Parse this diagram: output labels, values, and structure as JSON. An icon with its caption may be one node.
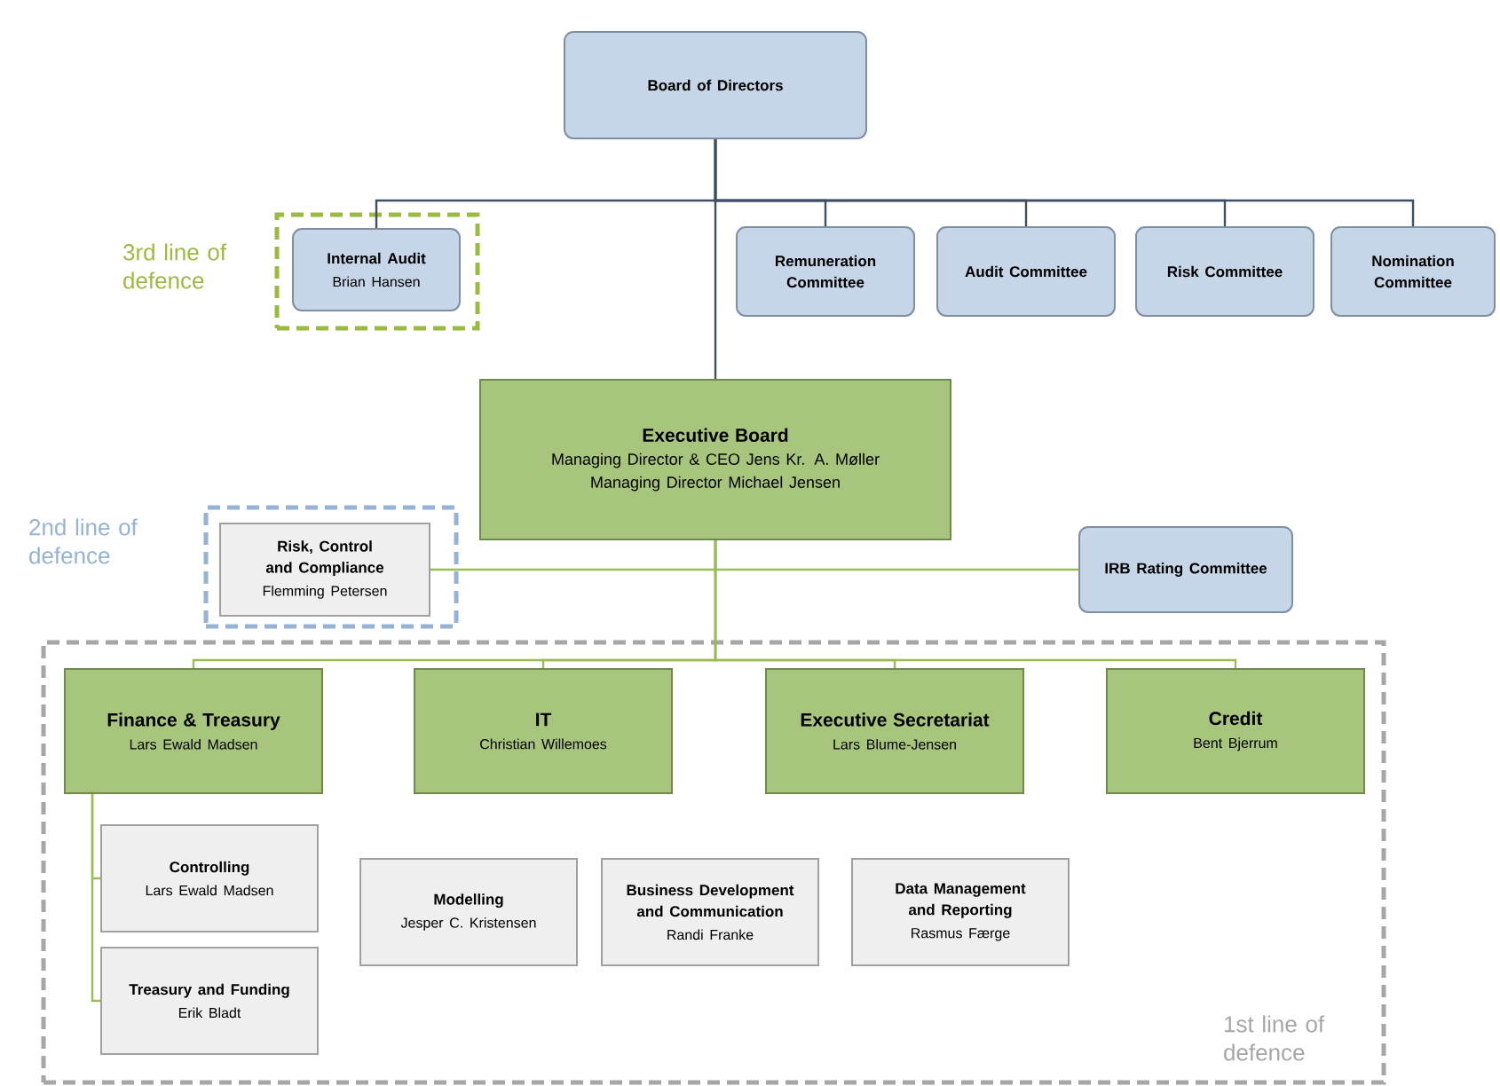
{
  "diagram": {
    "nodes": [
      {
        "text": [
          "Board of Directors"
        ]
      },
      {
        "text": [
          "3rd line of defence"
        ]
      },
      {
        "text": [
          "Internal Audit",
          "Brian Hansen"
        ],
        "in": 1
      },
      {
        "text": [
          "Remuneration Committee"
        ]
      },
      {
        "text": [
          "Audit Committee"
        ]
      },
      {
        "text": [
          "Risk Committee"
        ]
      },
      {
        "text": [
          "Nomination Committee"
        ]
      },
      {
        "text": [
          "Executive Board",
          "Managing Director & CEO Jens Kr. A. Møller",
          "Managing Director Michael Jensen"
        ]
      },
      {
        "text": [
          "2nd line of defence"
        ]
      },
      {
        "text": [
          "Risk, Control and Compliance",
          "Flemming Petersen"
        ],
        "in": 8
      },
      {
        "text": [
          "IRB Rating Committee"
        ]
      },
      {
        "text": [
          "1st line of defence"
        ]
      },
      {
        "text": [
          "Finance & Treasury",
          "Lars Ewald Madsen"
        ],
        "in": 11
      },
      {
        "text": [
          "IT",
          "Christian Willemoes"
        ],
        "in": 11
      },
      {
        "text": [
          "Executive Secretariat",
          "Lars Blume-Jensen"
        ],
        "in": 11
      },
      {
        "text": [
          "Credit",
          "Bent Bjerrum"
        ],
        "in": 11
      },
      {
        "text": [
          "Controlling",
          "Lars Ewald Madsen"
        ],
        "in": 11
      },
      {
        "text": [
          "Treasury and Funding",
          "Erik Bladt"
        ],
        "in": 11
      },
      {
        "text": [
          "Modelling",
          "Jesper C. Kristensen"
        ],
        "in": 11
      },
      {
        "text": [
          "Business Development and Communication",
          "Randi Franke"
        ],
        "in": 11
      },
      {
        "text": [
          "Data Management and Reporting",
          "Rasmus Færge"
        ],
        "in": 11
      }
    ],
    "edges": [
      {
        "from": 0,
        "to": 2,
        "arrow": "none",
        "color": "#3e4e63"
      },
      {
        "from": 0,
        "to": 3,
        "arrow": "none",
        "color": "#3e4e63"
      },
      {
        "from": 0,
        "to": 4,
        "arrow": "none",
        "color": "#3e4e63"
      },
      {
        "from": 0,
        "to": 5,
        "arrow": "none",
        "color": "#3e4e63"
      },
      {
        "from": 0,
        "to": 6,
        "arrow": "none",
        "color": "#3e4e63"
      },
      {
        "from": 0,
        "to": 7,
        "arrow": "none",
        "color": "#3e4e63"
      },
      {
        "from": 7,
        "to": 9,
        "arrow": "none"
      },
      {
        "from": 7,
        "to": 10,
        "arrow": "none"
      },
      {
        "from": 7,
        "to": 12,
        "arrow": "none"
      },
      {
        "from": 7,
        "to": 13,
        "arrow": "none"
      },
      {
        "from": 7,
        "to": 14,
        "arrow": "none"
      },
      {
        "from": 7,
        "to": 15,
        "arrow": "none"
      },
      {
        "from": 12,
        "to": 16,
        "arrow": "none"
      },
      {
        "from": 12,
        "to": 17,
        "arrow": "none"
      }
    ]
  }
}
